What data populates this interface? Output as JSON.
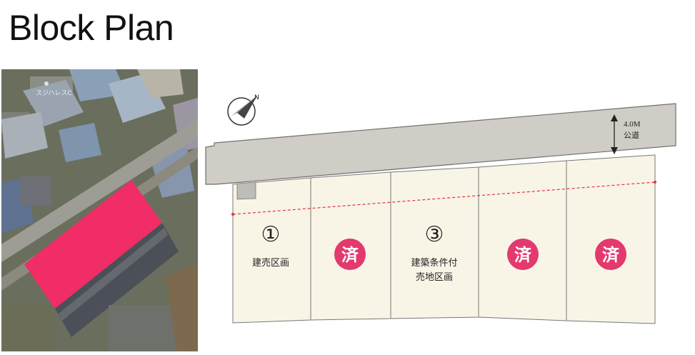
{
  "page": {
    "title": "Block Plan"
  },
  "aerial": {
    "map_label": "スジハレスC"
  },
  "compass": {
    "north_label": "N"
  },
  "road": {
    "width_label": "4.0M",
    "type_label": "公道"
  },
  "lots": [
    {
      "status": "available",
      "number": "①",
      "lines": [
        "建売区画"
      ]
    },
    {
      "status": "sold",
      "badge": "済"
    },
    {
      "status": "available",
      "number": "③",
      "lines": [
        "建築条件付",
        "売地区画"
      ]
    },
    {
      "status": "sold",
      "badge": "済"
    },
    {
      "status": "sold",
      "badge": "済"
    }
  ],
  "colors": {
    "highlight": "#f02d66",
    "lot_fill": "#f8f5e7",
    "road_fill": "#cfcdc5",
    "badge": "#e3396e",
    "setback_line": "#e8323a"
  }
}
